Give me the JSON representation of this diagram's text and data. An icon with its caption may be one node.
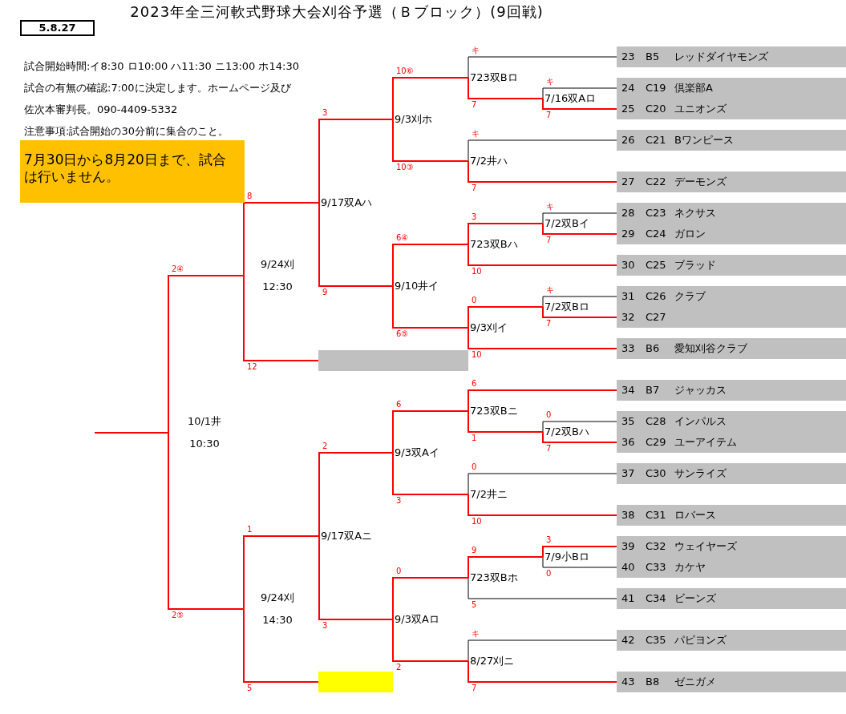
{
  "diagram": {
    "title": "2023年全三河軟式野球大会刈谷予選（Ｂブロック）(9回戦)",
    "nodes": [
      {
        "text": [
          "5.8.27"
        ]
      },
      {
        "text": [
          "7月30日から8月20日まで、試合は行いません。"
        ]
      },
      {
        "text": [
          "10/1井",
          "10:30"
        ]
      },
      {
        "text": [
          "9/24刈",
          "12:30"
        ]
      },
      {
        "text": [
          "9/24刈",
          "14:30"
        ]
      },
      {
        "text": [
          "9/17双Aハ"
        ]
      },
      {
        "text": [],
        "shape": "box"
      },
      {
        "text": [
          "9/17双Aニ"
        ]
      },
      {
        "text": [],
        "shape": "box"
      },
      {
        "text": [
          "9/3刈ホ"
        ]
      },
      {
        "text": [
          "9/10井イ"
        ]
      },
      {
        "text": [
          "9/3双Aイ"
        ]
      },
      {
        "text": [
          "9/3双Aロ"
        ]
      },
      {
        "text": [
          "723双Bロ"
        ]
      },
      {
        "text": [
          "7/2井ハ"
        ]
      },
      {
        "text": [
          "723双Bハ"
        ]
      },
      {
        "text": [
          "9/3刈イ"
        ]
      },
      {
        "text": [
          "723双Bニ"
        ]
      },
      {
        "text": [
          "7/2井ニ"
        ]
      },
      {
        "text": [
          "723双Bホ"
        ]
      },
      {
        "text": [
          "8/27刈ニ"
        ]
      },
      {
        "text": [
          "7/16双Aロ"
        ]
      },
      {
        "text": [
          "7/2双Bイ"
        ]
      },
      {
        "text": [
          "7/2双Bロ"
        ]
      },
      {
        "text": [
          "7/2双Bハ"
        ]
      },
      {
        "text": [
          "7/9小Bロ"
        ]
      },
      {
        "text": [
          "23",
          "B5",
          "レッドダイヤモンズ"
        ]
      },
      {
        "text": [
          "24",
          "C19",
          "倶楽部A"
        ]
      },
      {
        "text": [
          "25",
          "C20",
          "ユニオンズ"
        ]
      },
      {
        "text": [
          "26",
          "C21",
          "Bワンピース"
        ]
      },
      {
        "text": [
          "27",
          "C22",
          "デーモンズ"
        ]
      },
      {
        "text": [
          "28",
          "C23",
          "ネクサス"
        ]
      },
      {
        "text": [
          "29",
          "C24",
          "ガロン"
        ]
      },
      {
        "text": [
          "30",
          "C25",
          "ブラッド"
        ]
      },
      {
        "text": [
          "31",
          "C26",
          "クラブ"
        ]
      },
      {
        "text": [
          "32",
          "C27"
        ]
      },
      {
        "text": [
          "33",
          "B6",
          "愛知刈谷クラブ"
        ]
      },
      {
        "text": [
          "34",
          "B7",
          "ジャッカス"
        ]
      },
      {
        "text": [
          "35",
          "C28",
          "インパルス"
        ]
      },
      {
        "text": [
          "36",
          "C29",
          "ユーアイテム"
        ]
      },
      {
        "text": [
          "37",
          "C30",
          "サンライズ"
        ]
      },
      {
        "text": [
          "38",
          "C31",
          "ロバース"
        ]
      },
      {
        "text": [
          "39",
          "C32",
          "ウェイヤーズ"
        ]
      },
      {
        "text": [
          "40",
          "C33",
          "カケヤ"
        ]
      },
      {
        "text": [
          "41",
          "C34",
          "ビーンズ"
        ]
      },
      {
        "text": [
          "42",
          "C35",
          "パピヨンズ"
        ]
      },
      {
        "text": [
          "43",
          "B8",
          "ゼニガメ"
        ]
      }
    ],
    "edges": [
      {
        "from": 27,
        "to": 21,
        "arrow": "none",
        "label": "キ",
        "color": "#000000"
      },
      {
        "from": 28,
        "to": 21,
        "arrow": "none",
        "label": "7"
      },
      {
        "from": 31,
        "to": 22,
        "arrow": "none",
        "label": "キ",
        "color": "#000000"
      },
      {
        "from": 32,
        "to": 22,
        "arrow": "none",
        "label": "7"
      },
      {
        "from": 34,
        "to": 23,
        "arrow": "none",
        "label": "キ",
        "color": "#000000"
      },
      {
        "from": 35,
        "to": 23,
        "arrow": "none",
        "label": "7"
      },
      {
        "from": 38,
        "to": 24,
        "arrow": "none",
        "label": "0",
        "color": "#000000"
      },
      {
        "from": 39,
        "to": 24,
        "arrow": "none",
        "label": "7"
      },
      {
        "from": 42,
        "to": 25,
        "arrow": "none",
        "label": "3"
      },
      {
        "from": 43,
        "to": 25,
        "arrow": "none",
        "label": "0",
        "color": "#000000"
      },
      {
        "from": 26,
        "to": 13,
        "arrow": "none",
        "label": "キ",
        "color": "#000000"
      },
      {
        "from": 21,
        "to": 13,
        "arrow": "none",
        "label": "7"
      },
      {
        "from": 29,
        "to": 14,
        "arrow": "none",
        "label": "キ",
        "color": "#000000"
      },
      {
        "from": 30,
        "to": 14,
        "arrow": "none",
        "label": "7"
      },
      {
        "from": 22,
        "to": 15,
        "arrow": "none",
        "label": "3"
      },
      {
        "from": 33,
        "to": 15,
        "arrow": "none",
        "label": "10"
      },
      {
        "from": 23,
        "to": 16,
        "arrow": "none",
        "label": "0"
      },
      {
        "from": 36,
        "to": 16,
        "arrow": "none",
        "label": "10"
      },
      {
        "from": 37,
        "to": 17,
        "arrow": "none",
        "label": "6"
      },
      {
        "from": 24,
        "to": 17,
        "arrow": "none",
        "label": "1"
      },
      {
        "from": 40,
        "to": 18,
        "arrow": "none",
        "label": "0",
        "color": "#000000"
      },
      {
        "from": 41,
        "to": 18,
        "arrow": "none",
        "label": "10"
      },
      {
        "from": 25,
        "to": 19,
        "arrow": "none",
        "label": "9"
      },
      {
        "from": 44,
        "to": 19,
        "arrow": "none",
        "label": "5",
        "color": "#000000"
      },
      {
        "from": 45,
        "to": 20,
        "arrow": "none",
        "label": "キ",
        "color": "#000000"
      },
      {
        "from": 46,
        "to": 20,
        "arrow": "none",
        "label": "7"
      },
      {
        "from": 13,
        "to": 9,
        "arrow": "none",
        "label": "10⑥"
      },
      {
        "from": 14,
        "to": 9,
        "arrow": "none",
        "label": "10③"
      },
      {
        "from": 15,
        "to": 10,
        "arrow": "none",
        "label": "6④"
      },
      {
        "from": 16,
        "to": 10,
        "arrow": "none",
        "label": "6⑤"
      },
      {
        "from": 17,
        "to": 11,
        "arrow": "none",
        "label": "6"
      },
      {
        "from": 18,
        "to": 11,
        "arrow": "none",
        "label": "3"
      },
      {
        "from": 19,
        "to": 12,
        "arrow": "none",
        "label": "0"
      },
      {
        "from": 20,
        "to": 12,
        "arrow": "none",
        "label": "2"
      },
      {
        "from": 9,
        "to": 5,
        "arrow": "none",
        "label": "3"
      },
      {
        "from": 10,
        "to": 5,
        "arrow": "none",
        "label": "9"
      },
      {
        "from": 11,
        "to": 7,
        "arrow": "none",
        "label": "2"
      },
      {
        "from": 12,
        "to": 7,
        "arrow": "none",
        "label": "3"
      },
      {
        "from": 5,
        "to": 3,
        "arrow": "none",
        "label": "8"
      },
      {
        "from": 6,
        "to": 3,
        "arrow": "none",
        "label": "12"
      },
      {
        "from": 7,
        "to": 4,
        "arrow": "none",
        "label": "1"
      },
      {
        "from": 8,
        "to": 4,
        "arrow": "none",
        "label": "5"
      },
      {
        "from": 3,
        "to": 2,
        "arrow": "none",
        "label": "2④"
      },
      {
        "from": 4,
        "to": 2,
        "arrow": "none",
        "label": "2⑤"
      },
      {
        "from": 2,
        "to": null,
        "arrow": "none"
      }
    ],
    "labels": [
      "試合開始時間:イ8:30 ロ10:00 ハ11:30 ニ13:00 ホ14:30",
      "試合の有無の確認:7:00に決定します。ホームページ及び",
      "佐次本審判長。090-4409-5332",
      "注意事項:試合開始の30分前に集合のこと。"
    ]
  }
}
